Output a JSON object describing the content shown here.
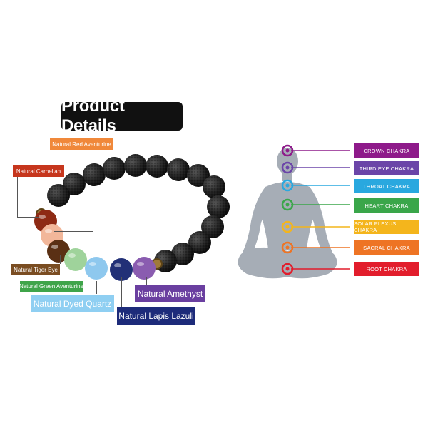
{
  "title": "Product Details",
  "stones": [
    {
      "label": "Natural Red Aventurine",
      "color": "#f0883a"
    },
    {
      "label": "Natural Carnelian",
      "color": "#c6361d"
    },
    {
      "label": "Natural Tiger Eye",
      "color": "#7a4d22"
    },
    {
      "label": "Natural Green Aventurine",
      "color": "#3fa44a"
    },
    {
      "label": "Natural Dyed Quartz",
      "color": "#8fcff2"
    },
    {
      "label": "Natural Amethyst",
      "color": "#6a3fa0"
    },
    {
      "label": "Natural Lapis Lazuli",
      "color": "#1d2b7a"
    }
  ],
  "chakras": [
    {
      "label": "CROWN CHAKRA",
      "color": "#8e1a8a"
    },
    {
      "label": "THIRD EYE CHAKRA",
      "color": "#6b45a8"
    },
    {
      "label": "THROAT CHAKRA",
      "color": "#29a8df"
    },
    {
      "label": "HEART CHAKRA",
      "color": "#3aa64a"
    },
    {
      "label": "SOLAR PLEXUS CHAKRA",
      "color": "#f4b51c"
    },
    {
      "label": "SACRAL CHAKRA",
      "color": "#ee7424"
    },
    {
      "label": "ROOT CHAKRA",
      "color": "#e21d2c"
    }
  ]
}
